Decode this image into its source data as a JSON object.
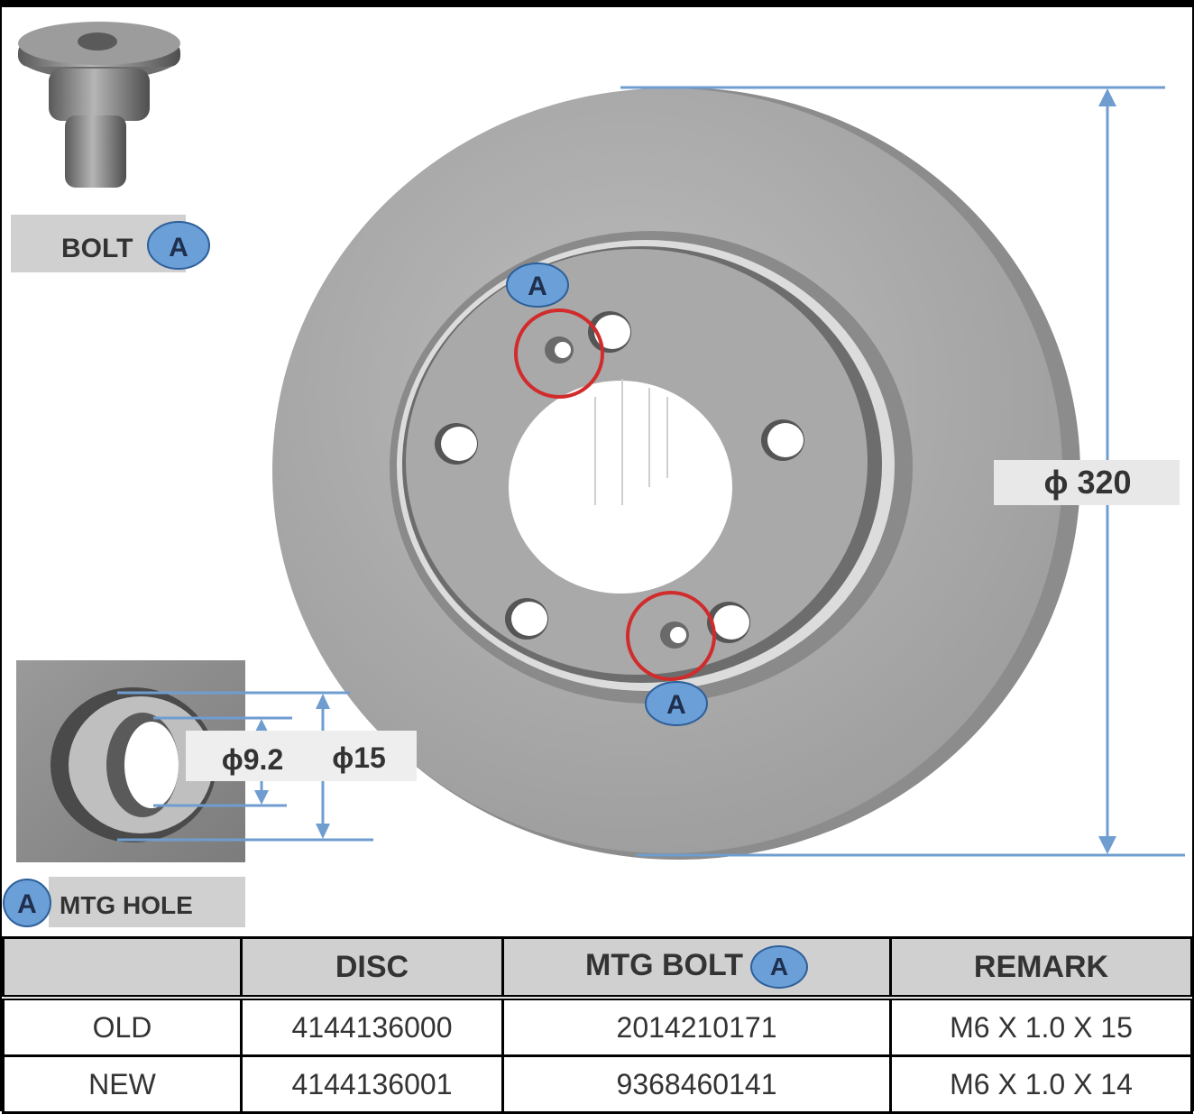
{
  "bolt_label": "BOLT",
  "badge_letter": "A",
  "mtg_hole_label": "MTG HOLE",
  "dim_disc": "ϕ 320",
  "dim_inner": "ϕ9.2",
  "dim_outer": "ϕ15",
  "colors": {
    "accent_blue": "#6a9fd8",
    "dimension_line": "#6f9dd0",
    "highlight_red": "#d12b2b",
    "disc_gray": "#a6a6a6"
  },
  "table": {
    "headers": [
      "",
      "DISC",
      "MTG BOLT",
      "REMARK"
    ],
    "rows": [
      [
        "OLD",
        "4144136000",
        "2014210171",
        "M6 X 1.0 X 15"
      ],
      [
        "NEW",
        "4144136001",
        "9368460141",
        "M6 X 1.0 X 14"
      ]
    ]
  }
}
